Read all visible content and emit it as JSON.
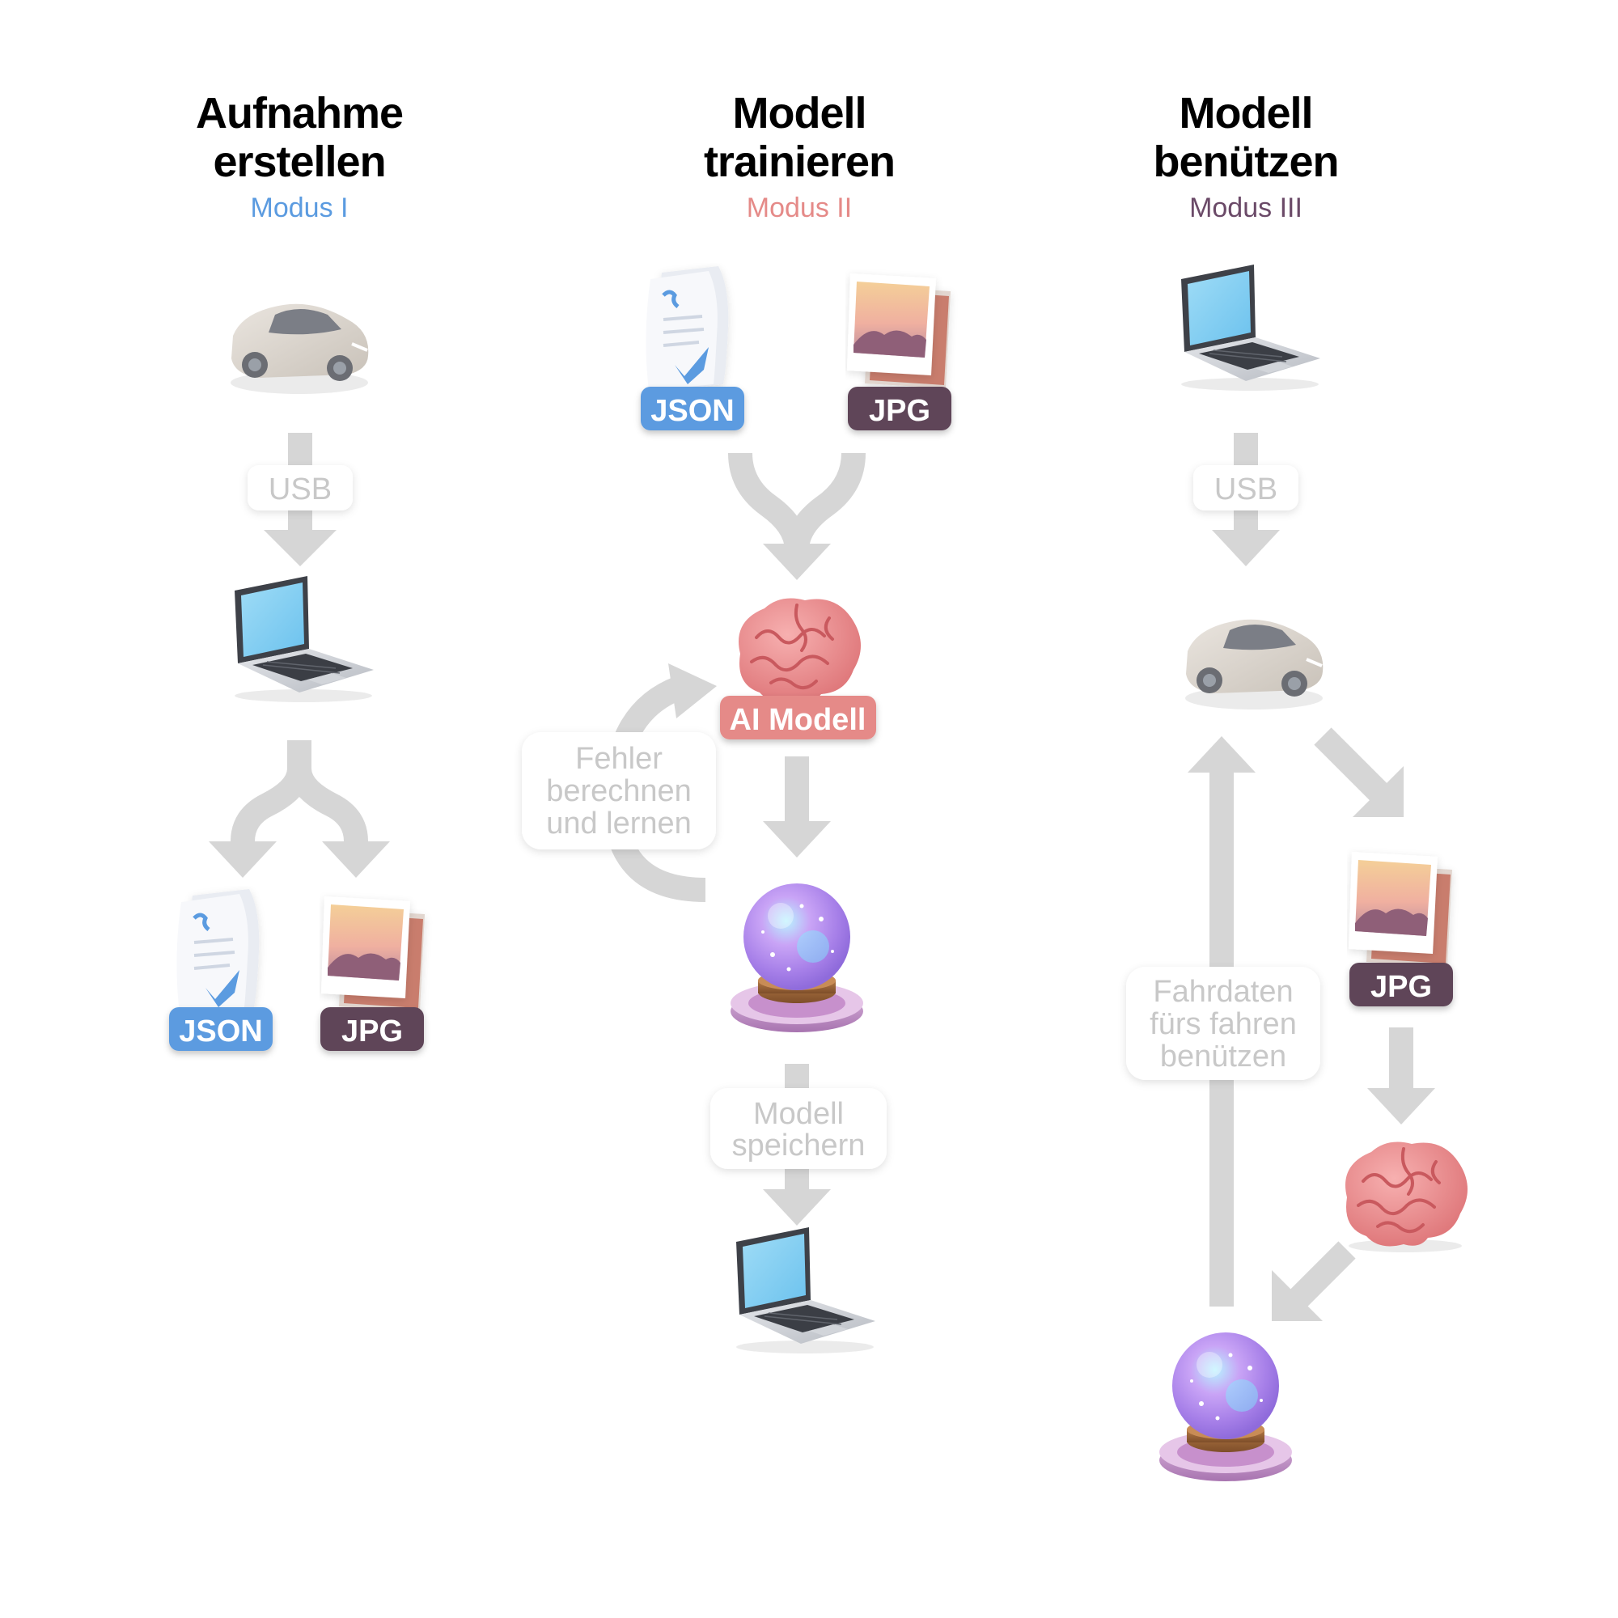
{
  "columns": [
    {
      "title_line1": "Aufnahme",
      "title_line2": "erstellen",
      "mode": "Modus I",
      "mode_color": "#5b9be0",
      "steps": [
        "car-icon",
        "laptop-icon",
        "document-icon",
        "image-icon"
      ],
      "usb_label": "USB",
      "json_label": "JSON",
      "jpg_label": "JPG"
    },
    {
      "title_line1": "Modell",
      "title_line2": "trainieren",
      "mode": "Modus II",
      "mode_color": "#e58a88",
      "steps": [
        "document-icon",
        "image-icon",
        "brain-icon",
        "crystal-ball-icon",
        "laptop-icon"
      ],
      "json_label": "JSON",
      "jpg_label": "JPG",
      "model_label": "AI Modell",
      "loop_label": [
        "Fehler",
        "berechnen",
        "und lernen"
      ],
      "save_label": [
        "Modell",
        "speichern"
      ]
    },
    {
      "title_line1": "Modell",
      "title_line2": "benützen",
      "mode": "Modus III",
      "mode_color": "#6b4a68",
      "steps": [
        "laptop-icon",
        "car-icon",
        "image-icon",
        "brain-icon",
        "crystal-ball-icon"
      ],
      "usb_label": "USB",
      "jpg_label": "JPG",
      "drive_label": [
        "Fahrdaten",
        "fürs fahren",
        "benützen"
      ]
    }
  ],
  "colors": {
    "json_pill": "#5b9be0",
    "jpg_pill": "#5e4558",
    "model_pill": "#e58a88",
    "arrow": "#d6d6d6",
    "muted_text": "#c8c8c8"
  }
}
